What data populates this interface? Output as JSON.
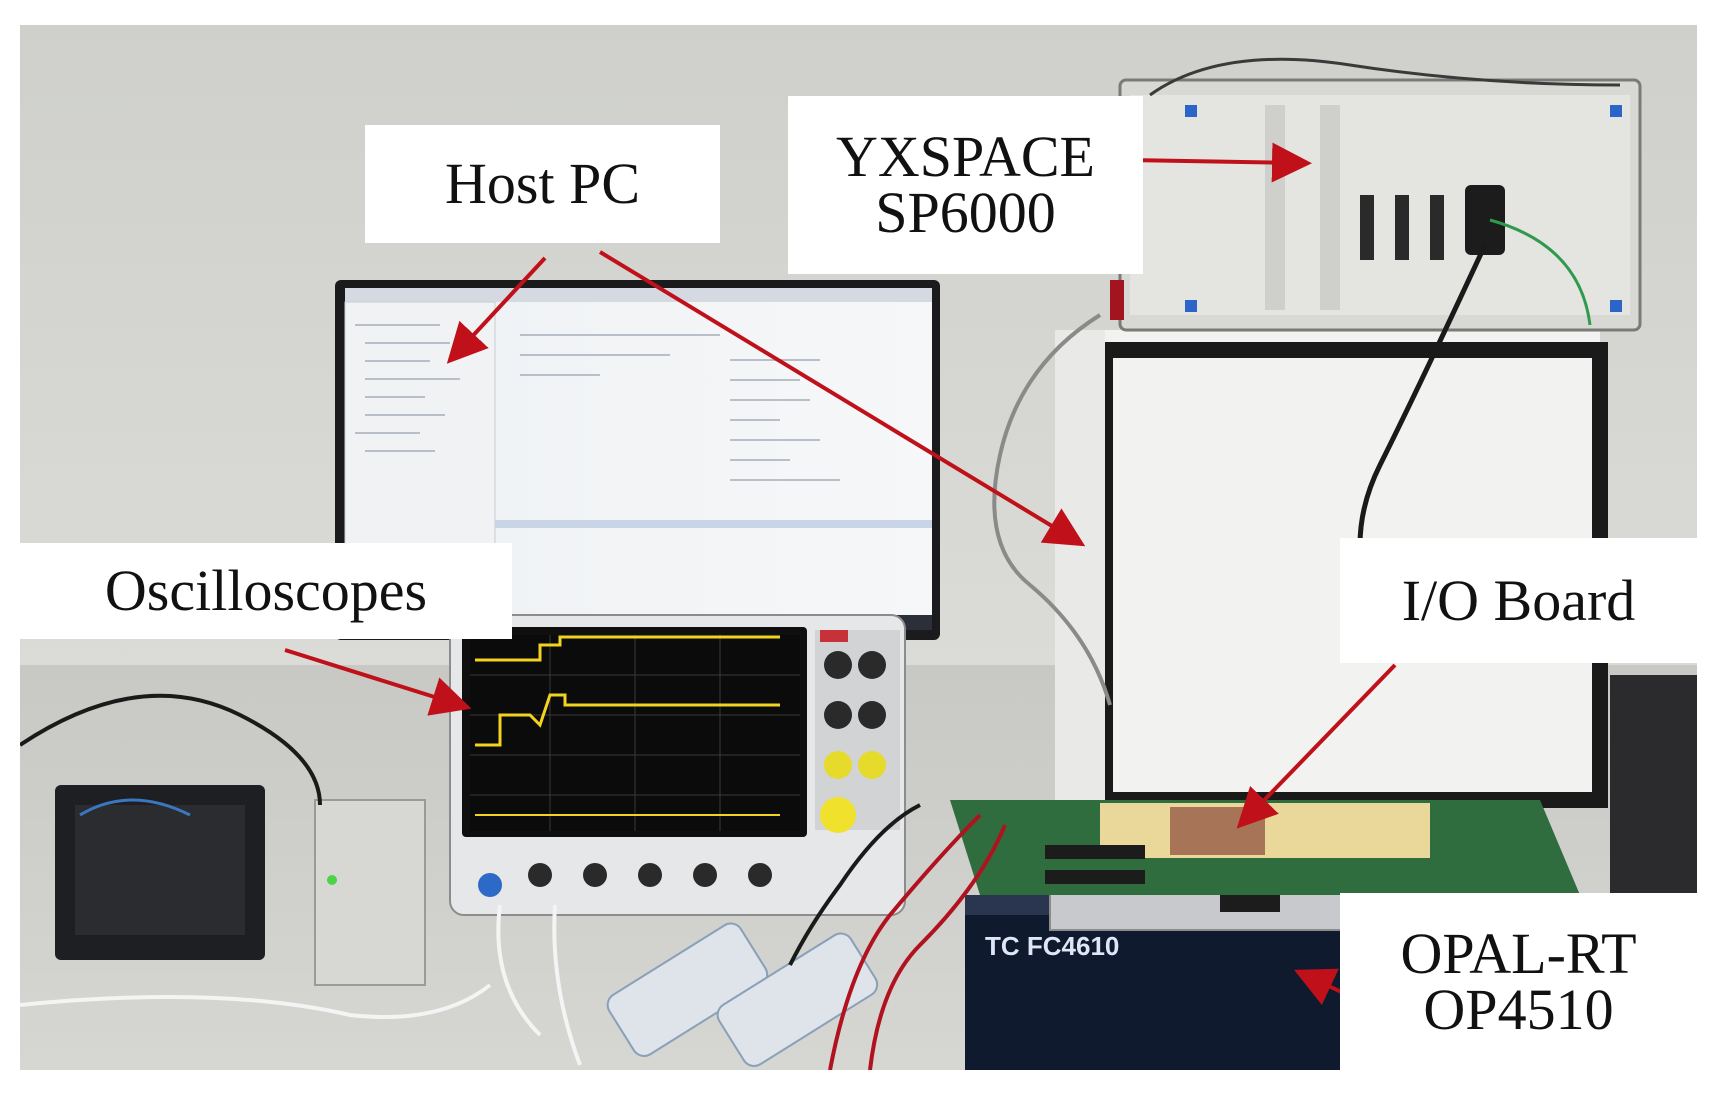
{
  "labels": {
    "host_pc": "Host PC",
    "yxspace_line1": "YXSPACE",
    "yxspace_line2": "SP6000",
    "oscilloscopes": "Oscilloscopes",
    "io_board": "I/O Board",
    "opal_line1": "OPAL-RT",
    "opal_line2": "OP4510"
  },
  "photo_text": {
    "chassis_label": "TC FC4610"
  },
  "colors": {
    "arrow": "#c0111a",
    "label_background": "#ffffff",
    "wall": "#d9d9d4",
    "table": "#cfcfcb"
  },
  "icons": {
    "arrow": "red-arrow-icon"
  }
}
